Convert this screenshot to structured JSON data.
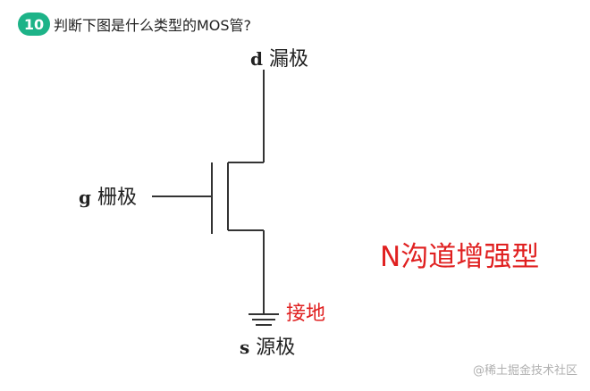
{
  "question": {
    "number": "10",
    "text": "判断下图是什么类型的MOS管?"
  },
  "diagram": {
    "drain": {
      "letter": "d",
      "name": "漏极"
    },
    "gate": {
      "letter": "g",
      "name": "栅极"
    },
    "source": {
      "letter": "s",
      "name": "源极"
    },
    "ground_label": "接地",
    "answer": "N沟道增强型"
  },
  "colors": {
    "badge": "#1db388",
    "annotation": "#e02020",
    "wire": "#333333"
  },
  "watermark": "@稀土掘金技术社区"
}
